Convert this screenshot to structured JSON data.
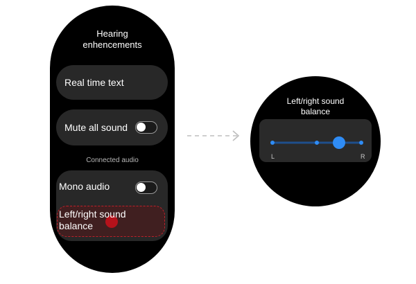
{
  "left_screen": {
    "title_line1": "Hearing",
    "title_line2": "enhencements",
    "items": {
      "real_time_text": "Real time text",
      "mute_all_sound": "Mute all sound"
    },
    "section_label": "Connected audio",
    "group": {
      "mono_audio": "Mono audio",
      "balance_line1": "Left/right sound",
      "balance_line2": "balance"
    },
    "mute_toggle_on": false,
    "mono_toggle_on": false
  },
  "right_screen": {
    "title_line1": "Left/right sound",
    "title_line2": "balance",
    "slider": {
      "left_label": "L",
      "right_label": "R",
      "value": 0.75,
      "ticks": [
        0,
        0.5,
        0.75,
        1
      ]
    }
  },
  "colors": {
    "accent": "#2f8cf5",
    "track": "#1e4f8c",
    "highlight": "#c0202a",
    "card": "#282828"
  },
  "icons": {
    "transition": "dashed-arrow-right-icon"
  }
}
